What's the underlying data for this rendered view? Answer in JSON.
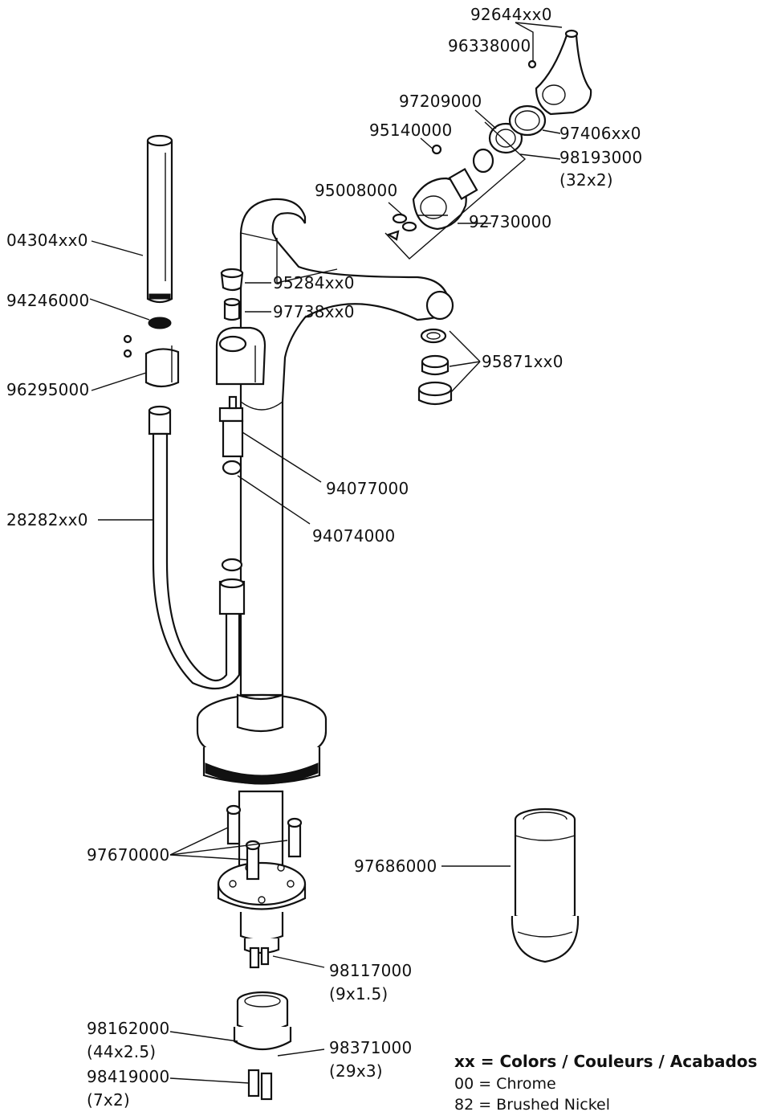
{
  "parts": [
    {
      "number": "92644xx0"
    },
    {
      "number": "96338000"
    },
    {
      "number": "97209000"
    },
    {
      "number": "95140000"
    },
    {
      "number": "97406xx0"
    },
    {
      "number": "98193000",
      "size": "(32x2)"
    },
    {
      "number": "95008000"
    },
    {
      "number": "92730000"
    },
    {
      "number": "04304xx0"
    },
    {
      "number": "95284xx0"
    },
    {
      "number": "94246000"
    },
    {
      "number": "97738xx0"
    },
    {
      "number": "95871xx0"
    },
    {
      "number": "96295000"
    },
    {
      "number": "94077000"
    },
    {
      "number": "28282xx0"
    },
    {
      "number": "94074000"
    },
    {
      "number": "97670000"
    },
    {
      "number": "97686000"
    },
    {
      "number": "98117000",
      "size": "(9x1.5)"
    },
    {
      "number": "98162000",
      "size": "(44x2.5)"
    },
    {
      "number": "98371000",
      "size": "(29x3)"
    },
    {
      "number": "98419000",
      "size": "(7x2)"
    }
  ],
  "legend": {
    "title": "xx = Colors / Couleurs / Acabados",
    "items": [
      "00 = Chrome",
      "82 = Brushed Nickel"
    ]
  }
}
